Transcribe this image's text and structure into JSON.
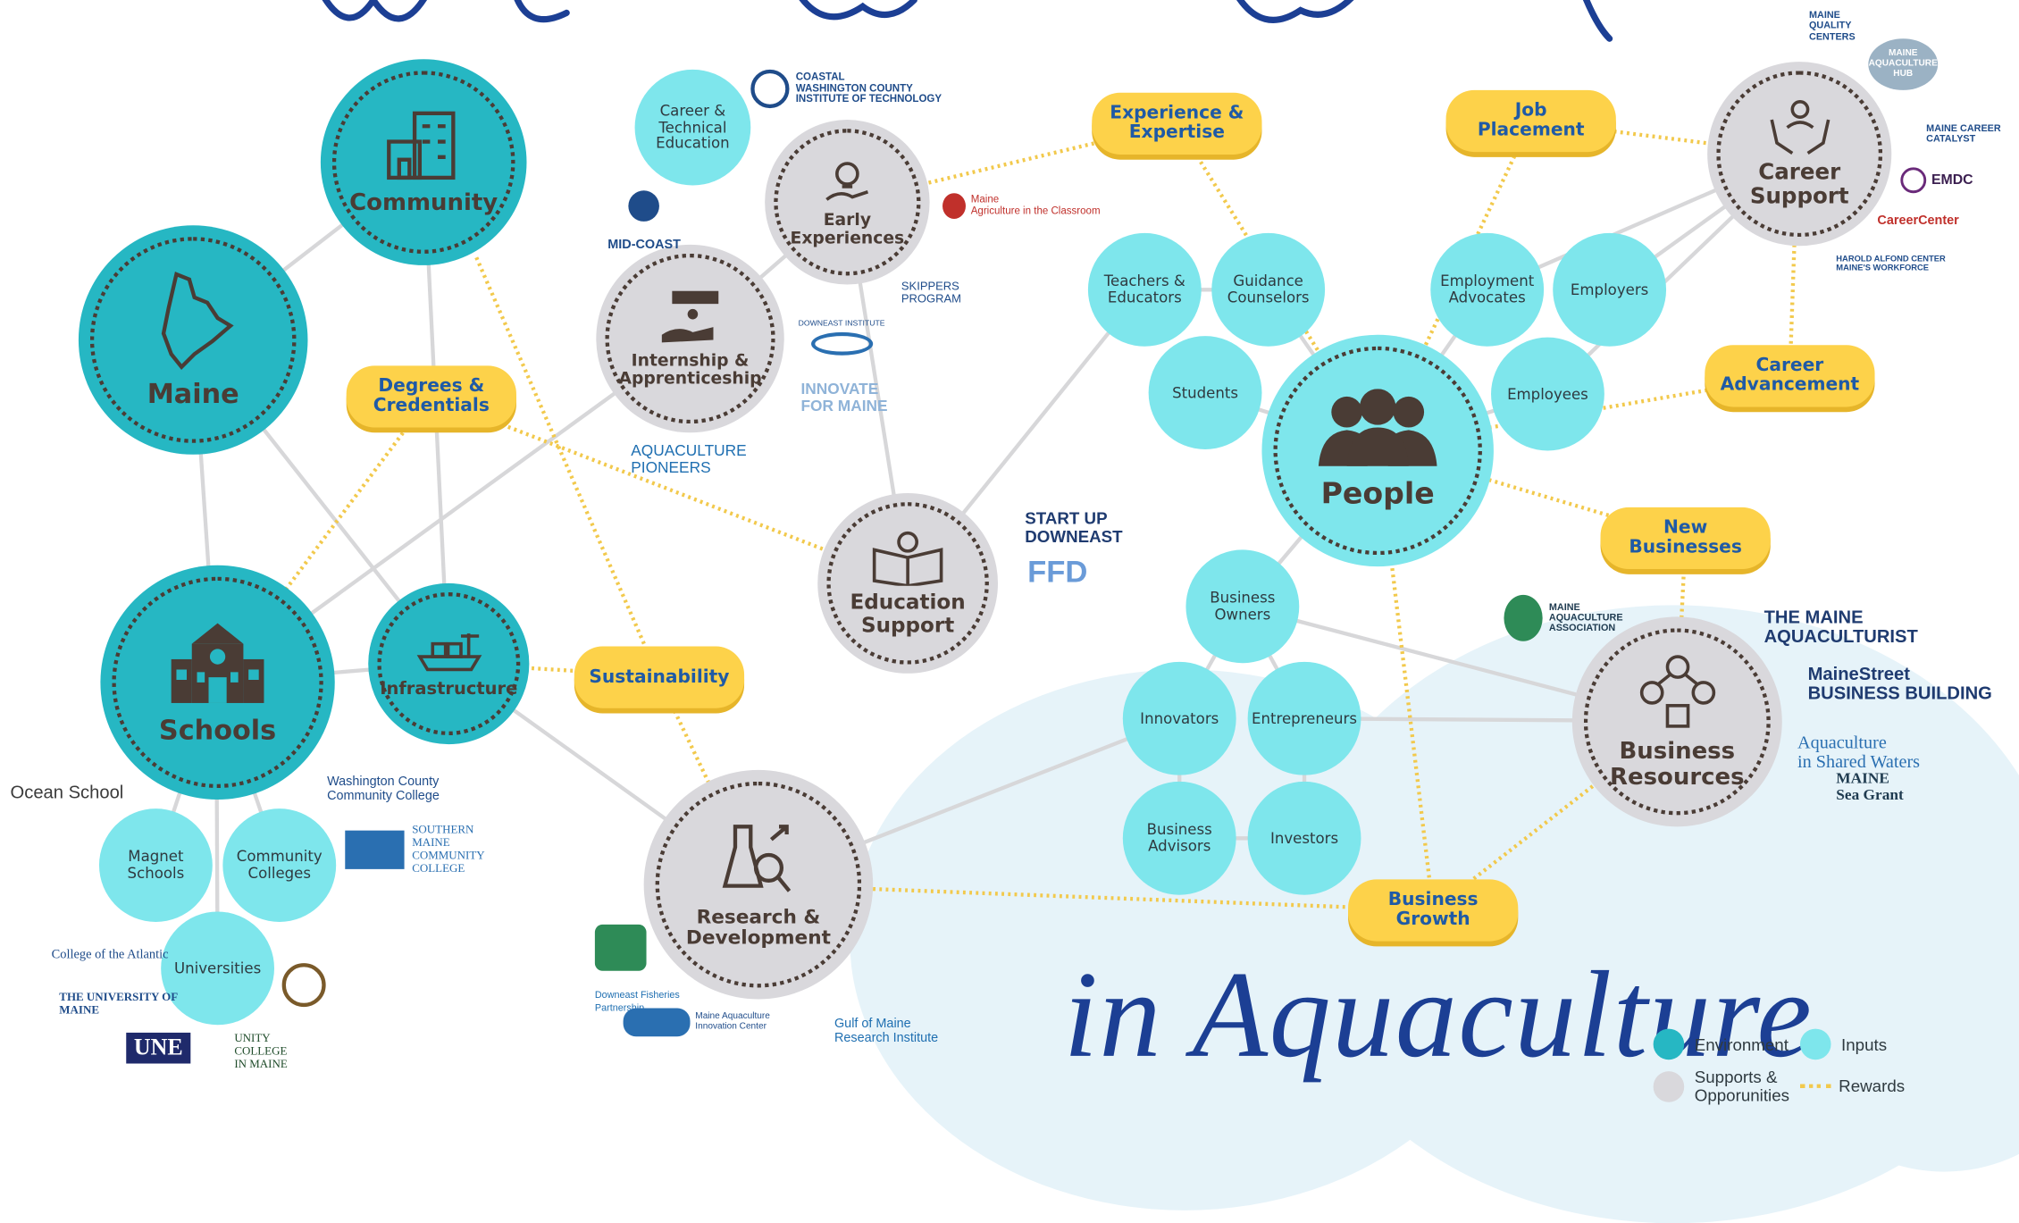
{
  "title_bottom": "in Aquaculture",
  "colors": {
    "environment": "#26b7c3",
    "inputs": "#7ee6ec",
    "supports": "#d9d8dc",
    "rewards": "#fdd24a",
    "text": "#4a3c35",
    "accent": "#1f5aa6"
  },
  "nodes": {
    "community": "Community",
    "maine": "Maine",
    "schools": "Schools",
    "infrastructure": "Infrastructure",
    "career_technical": "Career &\nTechnical\nEducation",
    "early_experiences": "Early\nExperiences",
    "internship": "Internship &\nApprenticeship",
    "education_support": "Education\nSupport",
    "research_development": "Research &\nDevelopment",
    "people": "People",
    "career_support": "Career\nSupport",
    "business_resources": "Business\nResources",
    "teachers": "Teachers &\nEducators",
    "guidance": "Guidance\nCounselors",
    "students": "Students",
    "employment_advocates": "Employment\nAdvocates",
    "employers": "Employers",
    "employees": "Employees",
    "business_owners": "Business\nOwners",
    "innovators": "Innovators",
    "entrepreneurs": "Entrepreneurs",
    "business_advisors": "Business\nAdvisors",
    "investors": "Investors",
    "magnet_schools": "Magnet\nSchools",
    "community_colleges": "Community\nColleges",
    "universities": "Universities"
  },
  "rewards": {
    "degrees": "Degrees &\nCredentials",
    "experience": "Experience &\nExpertise",
    "job_placement": "Job\nPlacement",
    "career_advancement": "Career\nAdvancement",
    "new_businesses": "New\nBusinesses",
    "sustainability": "Sustainability",
    "business_growth": "Business\nGrowth"
  },
  "logos": {
    "coastal": "COASTAL\nWASHINGTON COUNTY\nINSTITUTE OF TECHNOLOGY",
    "midcoast": "MID-COAST",
    "ag_classroom": "Maine\nAgriculture in the Classroom",
    "skippers": "SKIPPERS\nPROGRAM",
    "downeast_institute": "DOWNEAST INSTITUTE",
    "innovate": "INNOVATE\nFOR MAINE",
    "pioneers": "AQUACULTURE\nPIONEERS",
    "startup": "START UP\nDOWNEAST",
    "ffd": "FFD",
    "mqc": "MAINE\nQUALITY\nCENTERS",
    "hub": "MAINE\nAQUACULTURE\nHUB",
    "catalyst": "MAINE CAREER CATALYST",
    "emdc": "EMDC",
    "careercenter": "CareerCenter",
    "alfond": "HAROLD ALFOND CENTER\nMAINE'S WORKFORCE",
    "maa": "MAINE\nAQUACULTURE\nASSOCIATION",
    "aquaculturist": "THE MAINE\nAQUACULTURIST",
    "mainestreet": "MaineStreet\nBUSINESS BUILDING",
    "shared_waters": "Aquaculture\nin Shared Waters",
    "sea_grant": "MAINE\nSea Grant",
    "ocean_school": "Ocean School",
    "wccc": "Washington County\nCommunity College",
    "smcc": "SOUTHERN\nMAINE\nCOMMUNITY\nCOLLEGE",
    "coa": "College of the Atlantic",
    "umaine": "THE UNIVERSITY OF\nMAINE",
    "une": "UNE",
    "unity": "UNITY\nCOLLEGE\nIN MAINE",
    "dfp": "Downeast Fisheries\nPartnership",
    "maic": "Maine Aquaculture\nInnovation Center",
    "gmri": "Gulf of Maine\nResearch Institute"
  },
  "legend": {
    "environment": "Environment",
    "inputs": "Inputs",
    "supports": "Supports &\nOpporunities",
    "rewards": "Rewards"
  }
}
